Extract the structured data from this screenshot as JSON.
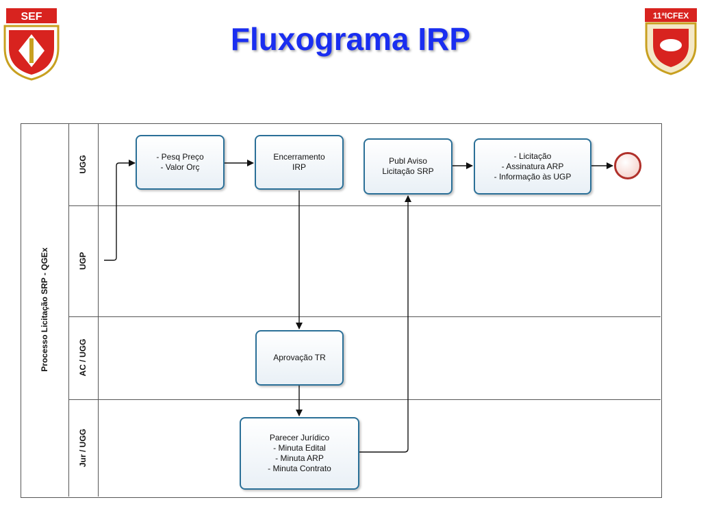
{
  "header": {
    "title": "Fluxograma IRP",
    "logo_left_text": "SEF",
    "logo_right_text": "11ªICFEX"
  },
  "pool": {
    "label": "Processo Licitação SRP - QGEx",
    "lanes": [
      "UGG",
      "UGP",
      "AC / UGG",
      "Jur / UGG"
    ]
  },
  "tasks": {
    "pesq": "- Pesq Preço\n- Valor Orç",
    "encerramento": "Encerramento\nIRP",
    "publ": "Publ Aviso\nLicitação SRP",
    "licitacao": "- Licitação\n- Assinatura ARP\n- Informação às UGP",
    "aprovacao": "Aprovação TR",
    "parecer": "Parecer Jurídico\n- Minuta Edital\n- Minuta ARP\n- Minuta Contrato"
  },
  "colors": {
    "title": "#1a2ef0",
    "task_border": "#2a6f97",
    "end_event": "#b0302a",
    "logo_red": "#d8231f"
  }
}
